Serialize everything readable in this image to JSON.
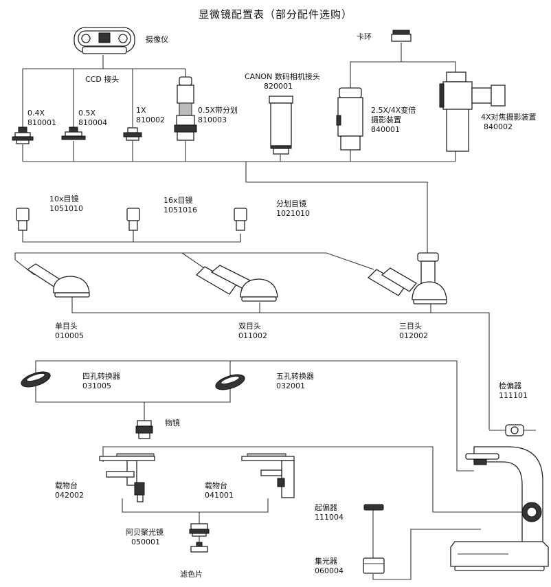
{
  "title": "显微镜配置表（部分配件选购）",
  "labels": {
    "camera": "摄像仪",
    "ccd": "CCD 接头",
    "canon": "CANON 数码相机接头",
    "canon_code": "820001",
    "card_ring": "卡环",
    "a04_name": "0.4X",
    "a04_code": "810001",
    "a05_name": "0.5X",
    "a05_code": "810004",
    "a1_name": "1X",
    "a1_code": "810002",
    "a05r_name": "0.5X带分划",
    "a05r_code": "810003",
    "var_name1": "2.5X/4X变倍",
    "var_name2": "摄影装置",
    "var_code": "840001",
    "focus_name": "4X对焦摄影装置",
    "focus_code": "840002",
    "eye10_name": "10x目镜",
    "eye10_code": "1051010",
    "eye16_name": "16x目镜",
    "eye16_code": "1051016",
    "reticle_name": "分划目镜",
    "reticle_code": "1021010",
    "mono_name": "单目头",
    "mono_code": "010005",
    "bino_name": "双目头",
    "bino_code": "011002",
    "trino_name": "三目头",
    "trino_code": "012002",
    "nose4_name": "四孔转换器",
    "nose4_code": "031005",
    "nose5_name": "五孔转换器",
    "nose5_code": "032001",
    "objective": "物镜",
    "analyzer_name": "检偏器",
    "analyzer_code": "111101",
    "stage1_name": "载物台",
    "stage1_code": "042002",
    "stage2_name": "载物台",
    "stage2_code": "041001",
    "abbe_name": "阿贝聚光镜",
    "abbe_code": "050001",
    "filter": "滤色片",
    "polarizer_name": "起偏器",
    "polarizer_code": "111004",
    "condenser_name": "集光器",
    "condenser_code": "060004"
  }
}
